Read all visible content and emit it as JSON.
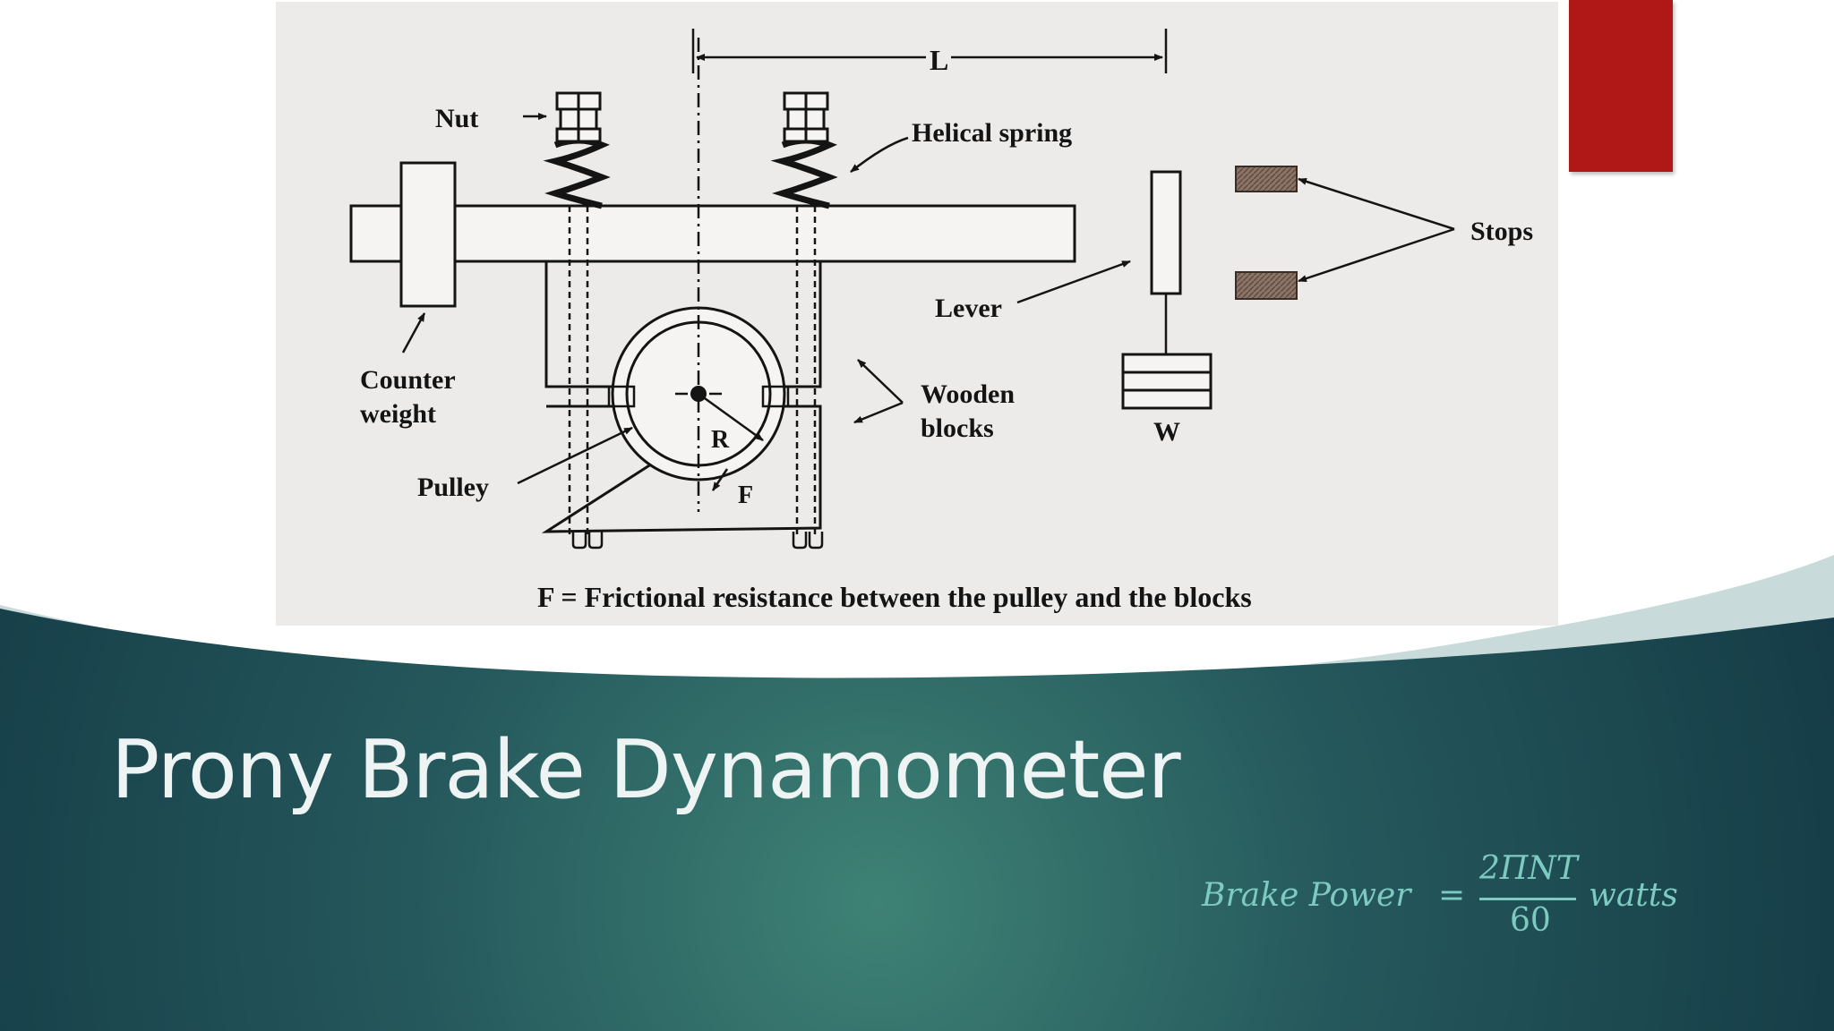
{
  "slide": {
    "title": "Prony Brake Dynamometer",
    "colors": {
      "background_dark": "#173f48",
      "background_glow": "#3e8275",
      "accent_red": "#b01818",
      "title_text": "#eef3f3",
      "formula_text": "#7ccac0"
    }
  },
  "diagram": {
    "labels": {
      "nut": "Nut",
      "length": "L",
      "helical_spring": "Helical spring",
      "stops": "Stops",
      "lever": "Lever",
      "counter_weight_line1": "Counter",
      "counter_weight_line2": "weight",
      "wooden_blocks_line1": "Wooden",
      "wooden_blocks_line2": "blocks",
      "weight": "W",
      "radius": "R",
      "friction": "F",
      "pulley": "Pulley",
      "caption": "F = Frictional resistance between the pulley and the blocks"
    }
  },
  "formula": {
    "lhs": "Brake Power",
    "equals": "=",
    "numerator": "2ΠNT",
    "denominator": "60",
    "unit": "watts"
  }
}
